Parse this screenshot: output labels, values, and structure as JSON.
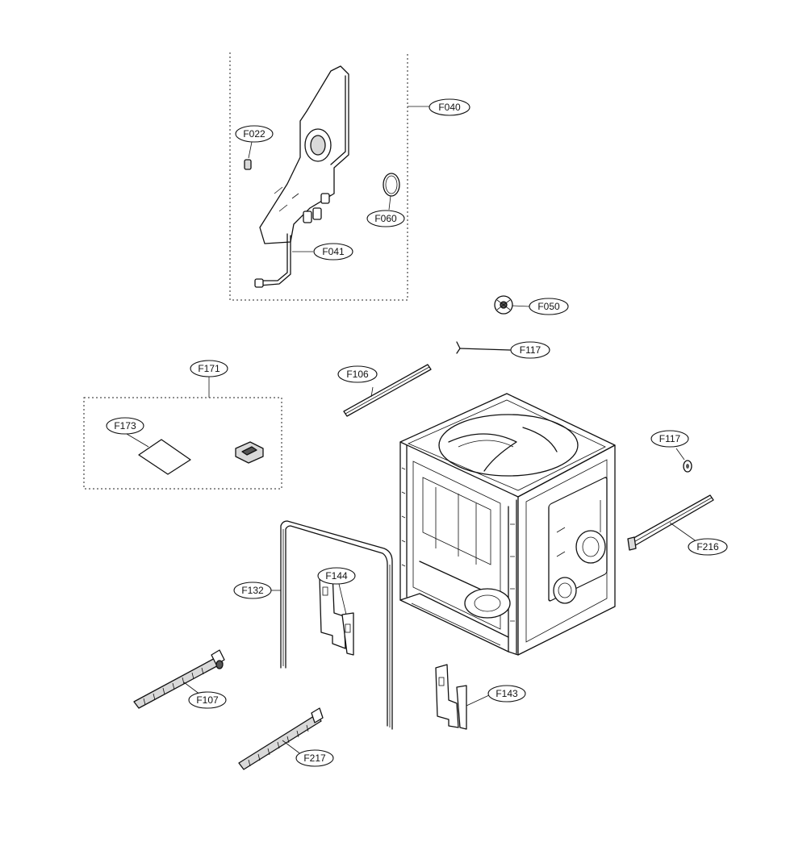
{
  "callouts": {
    "f040": "F040",
    "f022": "F022",
    "f060": "F060",
    "f041": "F041",
    "f050": "F050",
    "f117_top": "F117",
    "f106": "F106",
    "f171": "F171",
    "f173": "F173",
    "f117_right": "F117",
    "f216": "F216",
    "f132": "F132",
    "f144": "F144",
    "f107": "F107",
    "f143": "F143",
    "f217": "F217"
  }
}
